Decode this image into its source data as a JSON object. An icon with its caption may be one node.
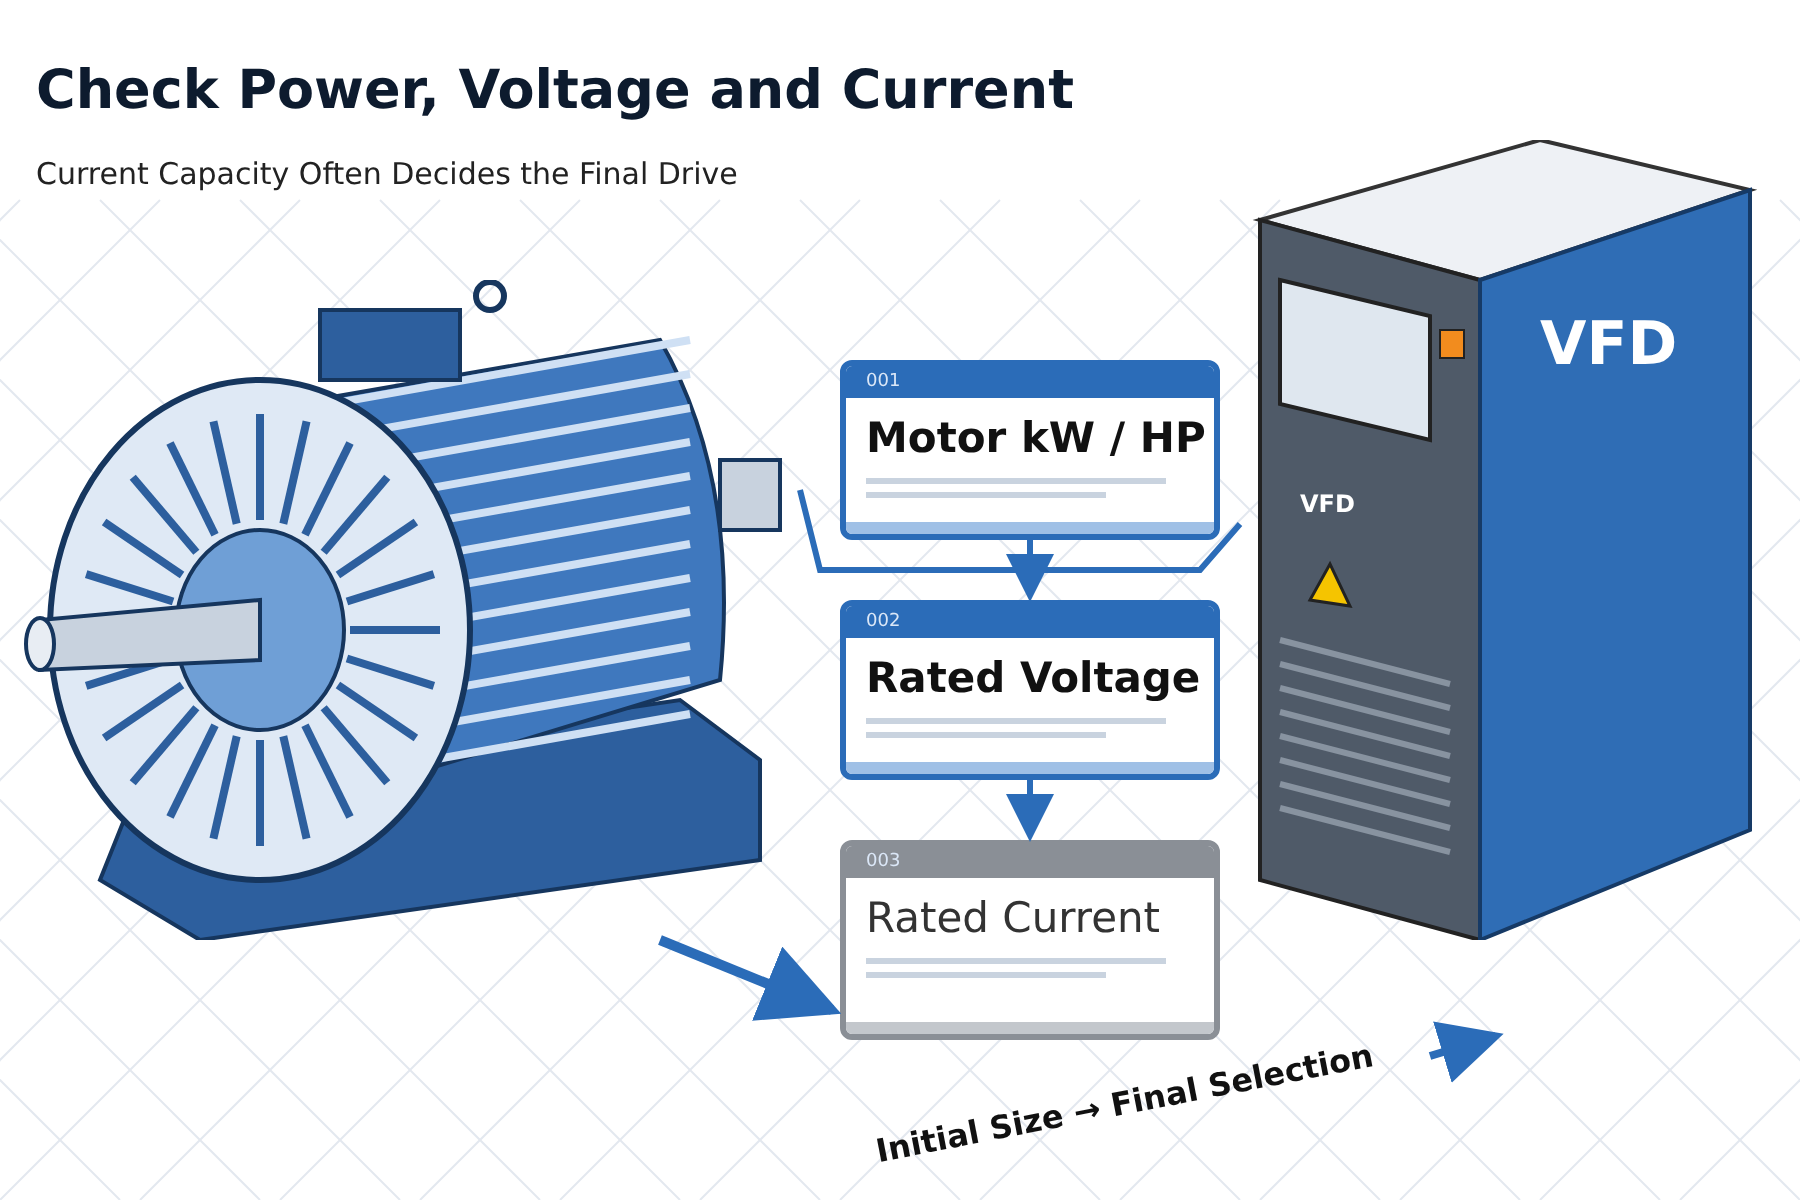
{
  "diagram": {
    "title": "Check Power, Voltage and Current",
    "nodes": [
      {
        "text": [],
        "shape": "picture"
      },
      {
        "text": [
          "001",
          "Motor kW / HP"
        ]
      },
      {
        "text": [
          "002",
          "Rated Voltage"
        ]
      },
      {
        "text": [
          "003",
          "Rated Current"
        ]
      },
      {
        "text": [
          "VFD",
          "VFD"
        ]
      }
    ],
    "edges": [
      {
        "from": 1,
        "to": 2,
        "arrow": "to"
      },
      {
        "from": 2,
        "to": 3,
        "arrow": "to"
      },
      {
        "from": 0,
        "to": 3,
        "arrow": "to"
      },
      {
        "from": 0,
        "to": 4,
        "arrow": "none"
      }
    ],
    "labels": [
      "Current Capacity Often Decides the Final Drive",
      "Initial Size → Final Selection"
    ]
  }
}
